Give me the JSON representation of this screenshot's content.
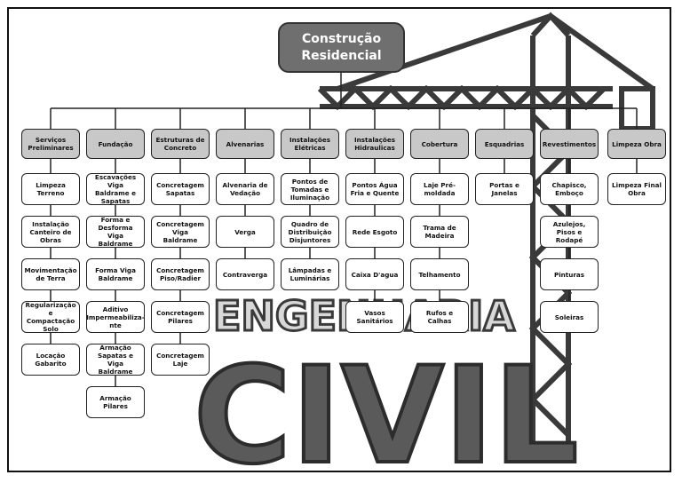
{
  "root": "Construção Residencial",
  "columns": [
    {
      "header": "Serviços Preliminares",
      "items": [
        "Limpeza Terreno",
        "Instalação Canteiro de Obras",
        "Movimentação de Terra",
        "Regularização e Compactação Solo",
        "Locação Gabarito"
      ]
    },
    {
      "header": "Fundação",
      "items": [
        "Escavações Viga Baldrame e Sapatas",
        "Forma e Desforma Viga Baldrame",
        "Forma Viga Baldrame",
        "Aditivo Impermeabiliza-nte",
        "Armação Sapatas e Viga Baldrame",
        "Armação Pilares"
      ]
    },
    {
      "header": "Estruturas de Concreto",
      "items": [
        "Concretagem Sapatas",
        "Concretagem Viga Baldrame",
        "Concretagem Piso/Radier",
        "Concretagem Pilares",
        "Concretagem Laje"
      ]
    },
    {
      "header": "Alvenarias",
      "items": [
        "Alvenaria de Vedação",
        "Verga",
        "Contraverga"
      ]
    },
    {
      "header": "Instalações Elétricas",
      "items": [
        "Pontos de Tomadas e Iluminação",
        "Quadro de Distribuição Disjuntores",
        "Lâmpadas e Luminárias"
      ]
    },
    {
      "header": "Instalações Hidraulicas",
      "items": [
        "Pontos Água Fria e Quente",
        "Rede Esgoto",
        "Caixa D'agua",
        "Vasos Sanitários"
      ]
    },
    {
      "header": "Cobertura",
      "items": [
        "Laje Pré-moldada",
        "Trama de Madeira",
        "Telhamento",
        "Rufos e Calhas"
      ]
    },
    {
      "header": "Esquadrias",
      "items": [
        "Portas e Janelas"
      ]
    },
    {
      "header": "Revestimentos",
      "items": [
        "Chapisco, Emboço",
        "Azulejos, Pisos e Rodapé",
        "Pinturas",
        "Soleiras"
      ]
    },
    {
      "header": "Limpeza Obra",
      "items": [
        "Limpeza Final Obra"
      ]
    }
  ],
  "logo": {
    "line1": "ENGENHARIA",
    "line2": "CIVIL",
    "color": "#3a3a3a"
  }
}
